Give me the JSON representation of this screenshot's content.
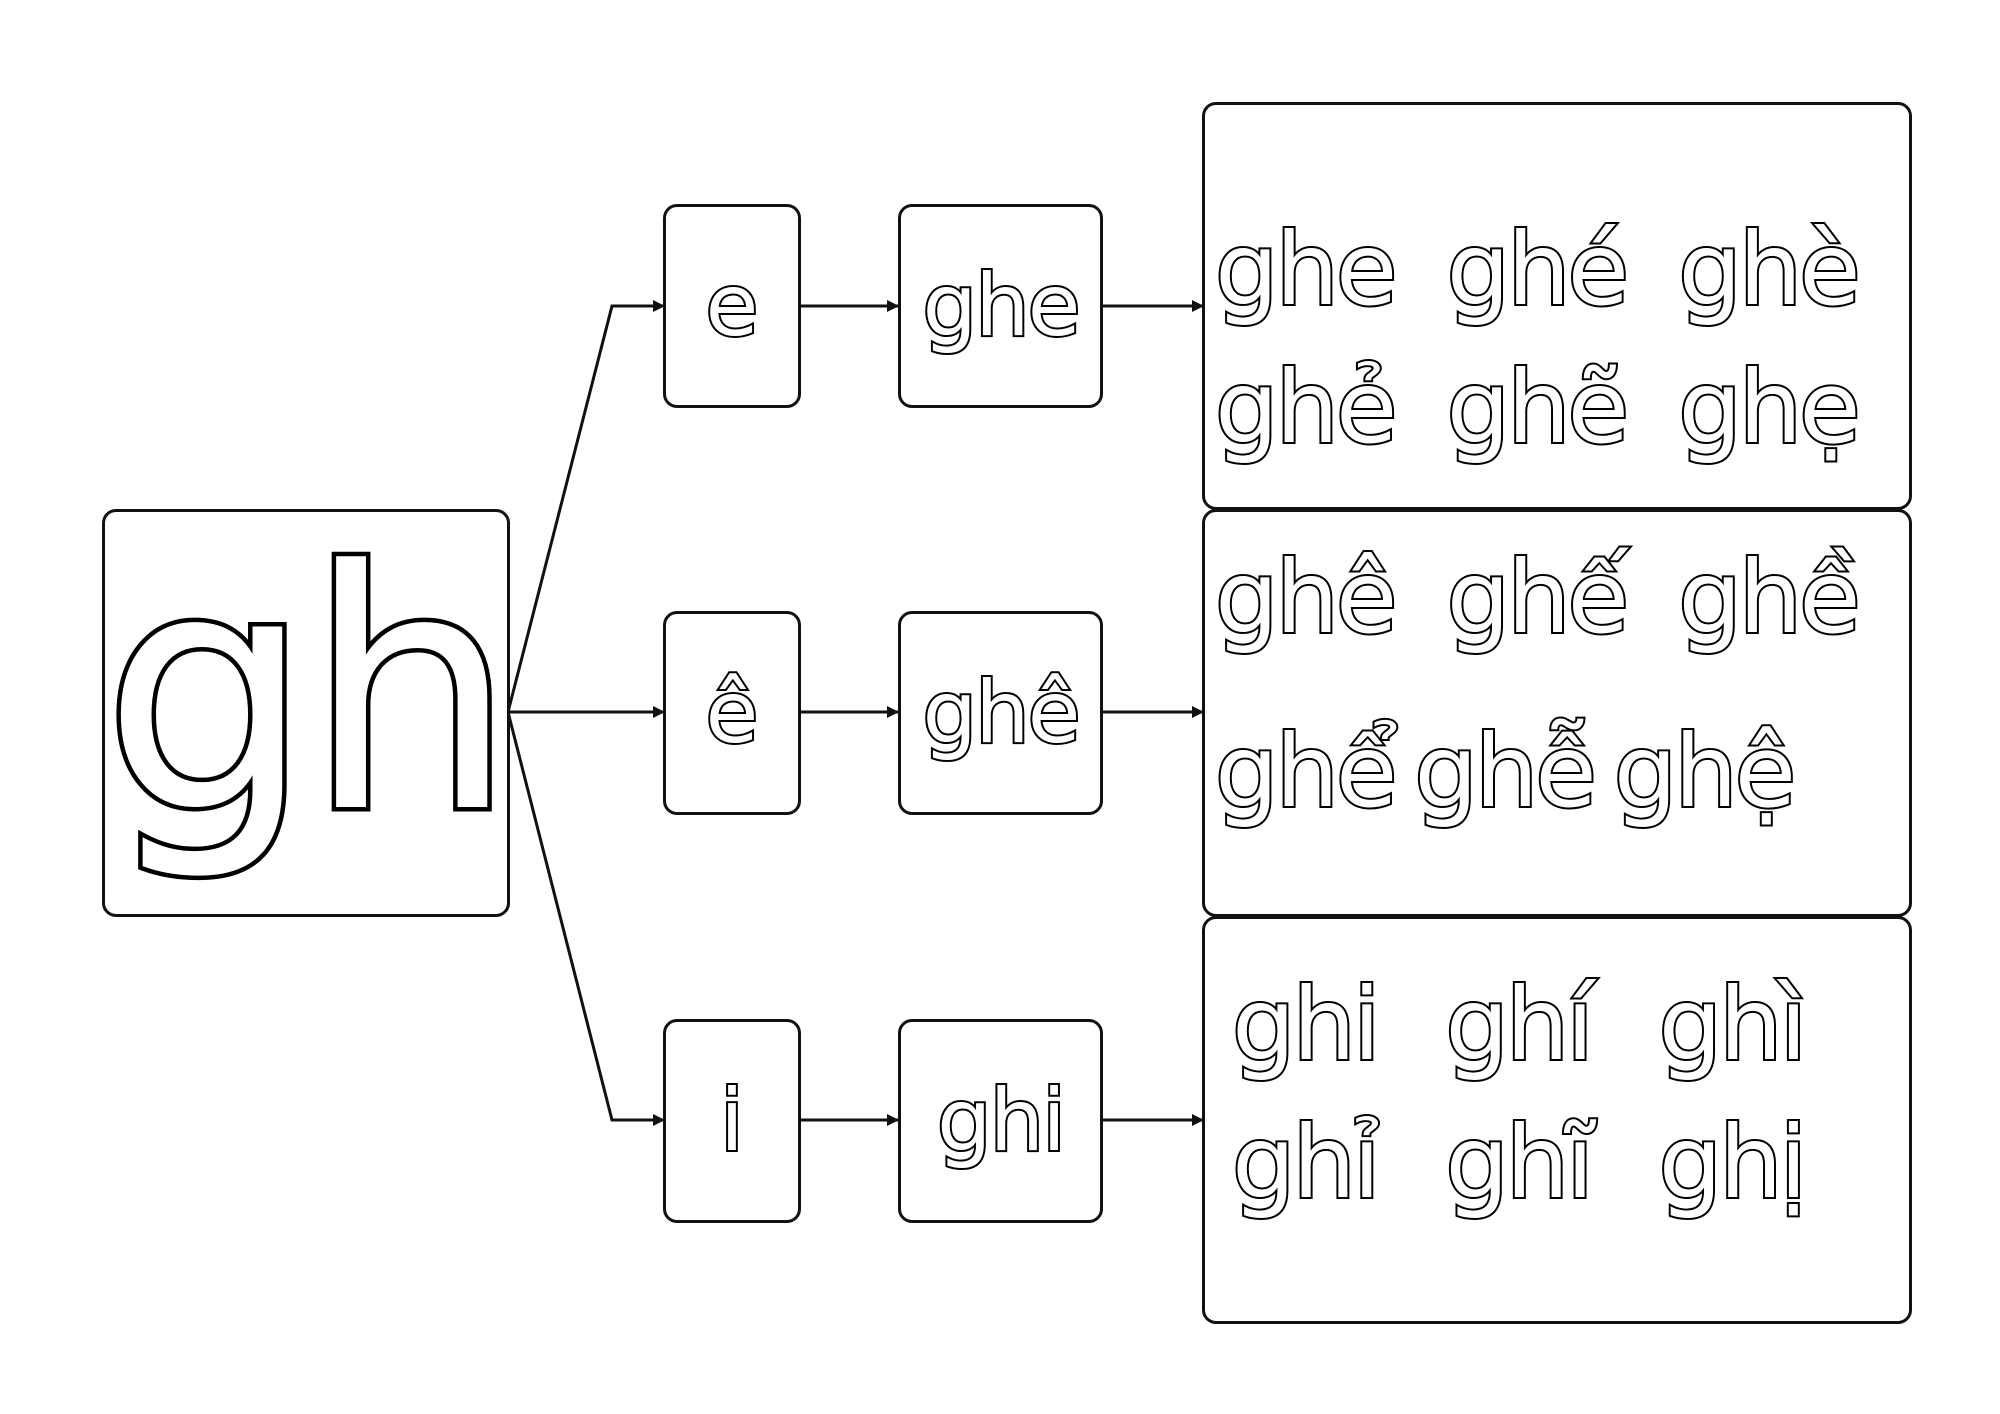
{
  "diagram": {
    "root": "gh",
    "branches": [
      {
        "vowel": "e",
        "syllable": "ghe",
        "tones": [
          "ghe",
          "ghé",
          "ghè",
          "ghẻ",
          "ghẽ",
          "ghẹ"
        ]
      },
      {
        "vowel": "ê",
        "syllable": "ghê",
        "tones": [
          "ghê",
          "ghế",
          "ghề",
          "ghể",
          "ghễ",
          "ghệ"
        ]
      },
      {
        "vowel": "i",
        "syllable": "ghi",
        "tones": [
          "ghi",
          "ghí",
          "ghì",
          "ghỉ",
          "ghĩ",
          "ghị"
        ]
      }
    ]
  }
}
